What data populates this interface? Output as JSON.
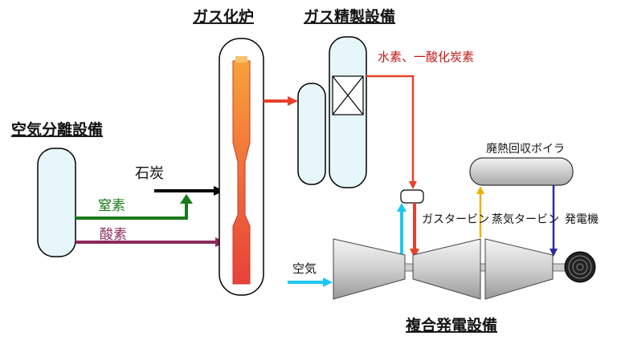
{
  "titles": {
    "gasifier": "ガス化炉",
    "gas_refining": "ガス精製設備",
    "air_separation": "空気分離設備",
    "combined_cycle": "複合発電設備"
  },
  "labels": {
    "coal": "石炭",
    "nitrogen": "窒素",
    "oxygen": "酸素",
    "hydrogen_co": "水素、一酸化炭素",
    "air": "空気",
    "gas_turbine": "ガスタービン",
    "steam_turbine": "蒸気タービン",
    "generator": "発電機",
    "hrsg": "廃熱回収ボイラ"
  },
  "colors": {
    "nitrogen": "#1a7a1a",
    "oxygen": "#8a2a5a",
    "coal": "#000000",
    "syngas": "#e8412a",
    "air": "#1ec8f0",
    "steam_up": "#f0b000",
    "steam_down": "#2a2aa8",
    "hydrogen_text": "#c01818",
    "vessel_fill": "#e6f6fa",
    "turbine_fill": "#d8d8d8"
  }
}
